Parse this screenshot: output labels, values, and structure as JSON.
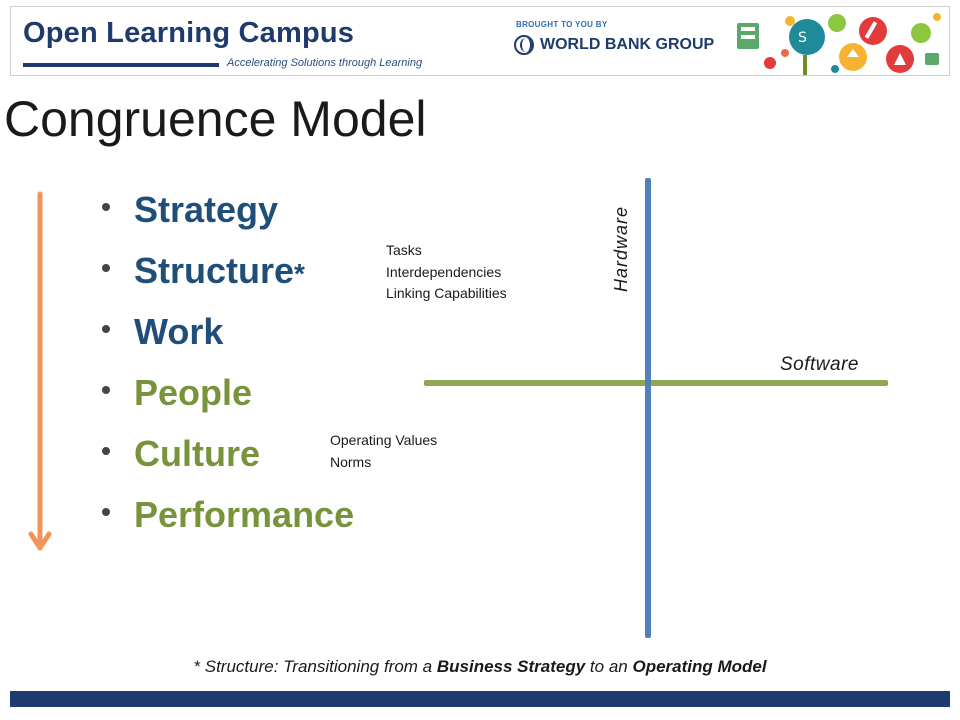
{
  "header": {
    "brand_title": "Open Learning Campus",
    "brand_tagline": "Accelerating Solutions through Learning",
    "sponsor_caption": "BROUGHT TO YOU BY",
    "sponsor_name": "WORLD BANK GROUP"
  },
  "slide": {
    "title": "Congruence Model"
  },
  "bullets": [
    {
      "label": "Strategy",
      "suffix": "",
      "color": "#1f4e79"
    },
    {
      "label": "Structure",
      "suffix": "*",
      "color": "#1f4e79"
    },
    {
      "label": "Work",
      "suffix": "",
      "color": "#1f4e79"
    },
    {
      "label": "People",
      "suffix": "",
      "color": "#77933c"
    },
    {
      "label": "Culture",
      "suffix": "",
      "color": "#77933c"
    },
    {
      "label": "Performance",
      "suffix": "",
      "color": "#77933c"
    }
  ],
  "notes": {
    "hardware_items": [
      "Tasks",
      "Interdependencies",
      "Linking Capabilities"
    ],
    "software_items": [
      "Operating Values",
      "Norms"
    ]
  },
  "axes": {
    "vertical_label": "Hardware",
    "horizontal_label": "Software",
    "vertical_color": "#4f81bd",
    "horizontal_color": "#8fa84f"
  },
  "arrow_color": "#f0965a",
  "footnote": {
    "prefix": "* Structure: Transitioning from a ",
    "bold1": "Business Strategy",
    "middle": " to an ",
    "bold2": "Operating Model"
  }
}
